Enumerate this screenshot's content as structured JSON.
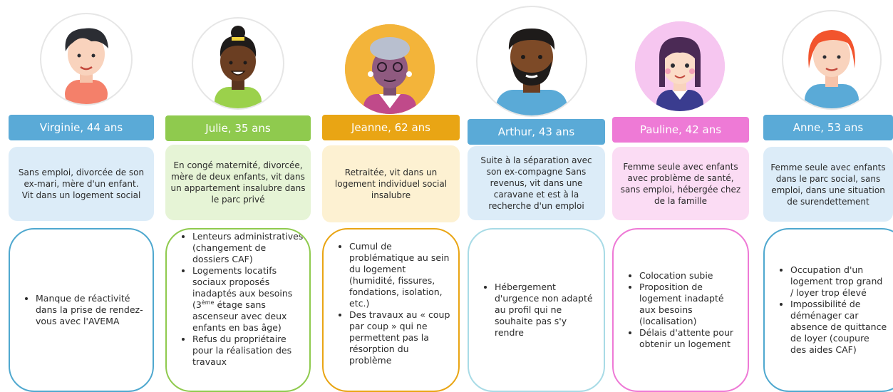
{
  "colors": {
    "virginie": "#5aaad7",
    "julie": "#8fca4e",
    "jeanne": "#e9a514",
    "arthur": "#5aaad7",
    "pauline": "#ee7ad6",
    "anne": "#5aaad7"
  },
  "personas": [
    {
      "name": "Virginie, 44 ans",
      "info": "Sans emploi, divorcée de son ex-mari, mère d'un enfant.\nVit dans un logement social",
      "items": [
        "Manque de réactivité dans la prise de rendez-vous avec l'AVEMA"
      ]
    },
    {
      "name": "Julie, 35 ans",
      "info": "En congé maternité, divorcée, mère de deux enfants, vit dans un appartement insalubre dans le parc privé",
      "items": [
        "Lenteurs administratives (changement de dossiers CAF)",
        "Logements locatifs sociaux proposés inadaptés aux besoins",
        "ascenseur avec deux enfants en bas âge)",
        "Refus du propriétaire pour la réalisation des travaux"
      ],
      "item2_prefix": "(3",
      "item2_sup": "ème",
      "item2_suffix": " étage sans"
    },
    {
      "name": "Jeanne, 62 ans",
      "info": "Retraitée, vit dans un logement individuel social insalubre",
      "items": [
        "Cumul de problématique au sein du logement (humidité, fissures, fondations, isolation, etc.)",
        "Des travaux au « coup par coup » qui ne permettent pas la résorption du problème"
      ]
    },
    {
      "name": "Arthur, 43 ans",
      "info": "Suite à la séparation avec son ex-compagne Sans revenus, vit dans une caravane et est à la recherche d'un emploi",
      "items": [
        "Hébergement d'urgence non adapté au profil qui ne souhaite pas s'y rendre"
      ]
    },
    {
      "name": "Pauline, 42 ans",
      "info": "Femme seule avec enfants avec problème de santé, sans emploi, hébergée chez de la famille",
      "items": [
        "Colocation subie",
        "Proposition de logement inadapté aux besoins (localisation)",
        "Délais d'attente pour obtenir un logement"
      ]
    },
    {
      "name": "Anne, 53 ans",
      "info": "Femme seule avec enfants dans le parc social, sans emploi, dans une situation de surendettement",
      "items": [
        "Occupation d'un logement trop grand / loyer trop élevé",
        "Impossibilité de déménager car absence de quittance de loyer (coupure des aides CAF)"
      ]
    }
  ]
}
